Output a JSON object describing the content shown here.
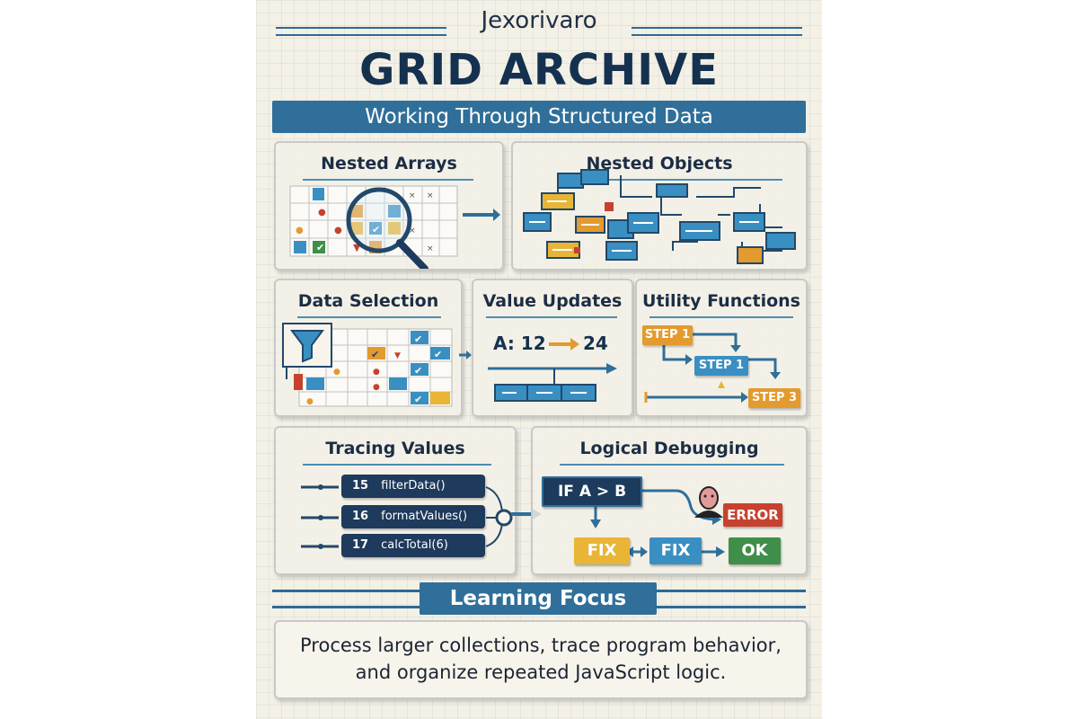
{
  "header": {
    "brand": "Jexorivaro",
    "title": "GRID ARCHIVE",
    "subtitle": "Working Through Structured Data"
  },
  "panels": {
    "nested_arrays": {
      "title": "Nested Arrays"
    },
    "nested_objects": {
      "title": "Nested Objects"
    },
    "data_selection": {
      "title": "Data Selection"
    },
    "value_updates": {
      "title": "Value Updates",
      "from_label": "A: 12",
      "to_label": "24"
    },
    "utility_functions": {
      "title": "Utility Functions",
      "steps": [
        "STEP 1",
        "STEP 1",
        "STEP 3"
      ]
    },
    "tracing_values": {
      "title": "Tracing Values",
      "items": [
        {
          "num": "15",
          "call": "filterData()"
        },
        {
          "num": "16",
          "call": "formatValues()"
        },
        {
          "num": "17",
          "call": "calcTotal(6)"
        }
      ]
    },
    "logical_debugging": {
      "title": "Logical Debugging",
      "condition": "IF A > B",
      "error": "ERROR",
      "fix1": "FIX",
      "fix2": "FIX",
      "ok": "OK"
    }
  },
  "footer": {
    "focus_title": "Learning Focus",
    "lines": [
      "Process larger collections, trace program behavior,",
      "and organize repeated JavaScript logic."
    ]
  },
  "colors": {
    "navy": "#14314f",
    "banner_blue": "#2f6f9a",
    "accent_blue": "#3a8fc2",
    "orange": "#e39a2e",
    "yellow": "#e8b536",
    "green": "#3f8f4a",
    "red": "#c7412f",
    "background": "#f3f0e6"
  },
  "icons": [
    "magnifier-icon",
    "funnel-icon",
    "checkmark-icon",
    "shield-icon",
    "bug-head-icon",
    "arrow-icon"
  ]
}
